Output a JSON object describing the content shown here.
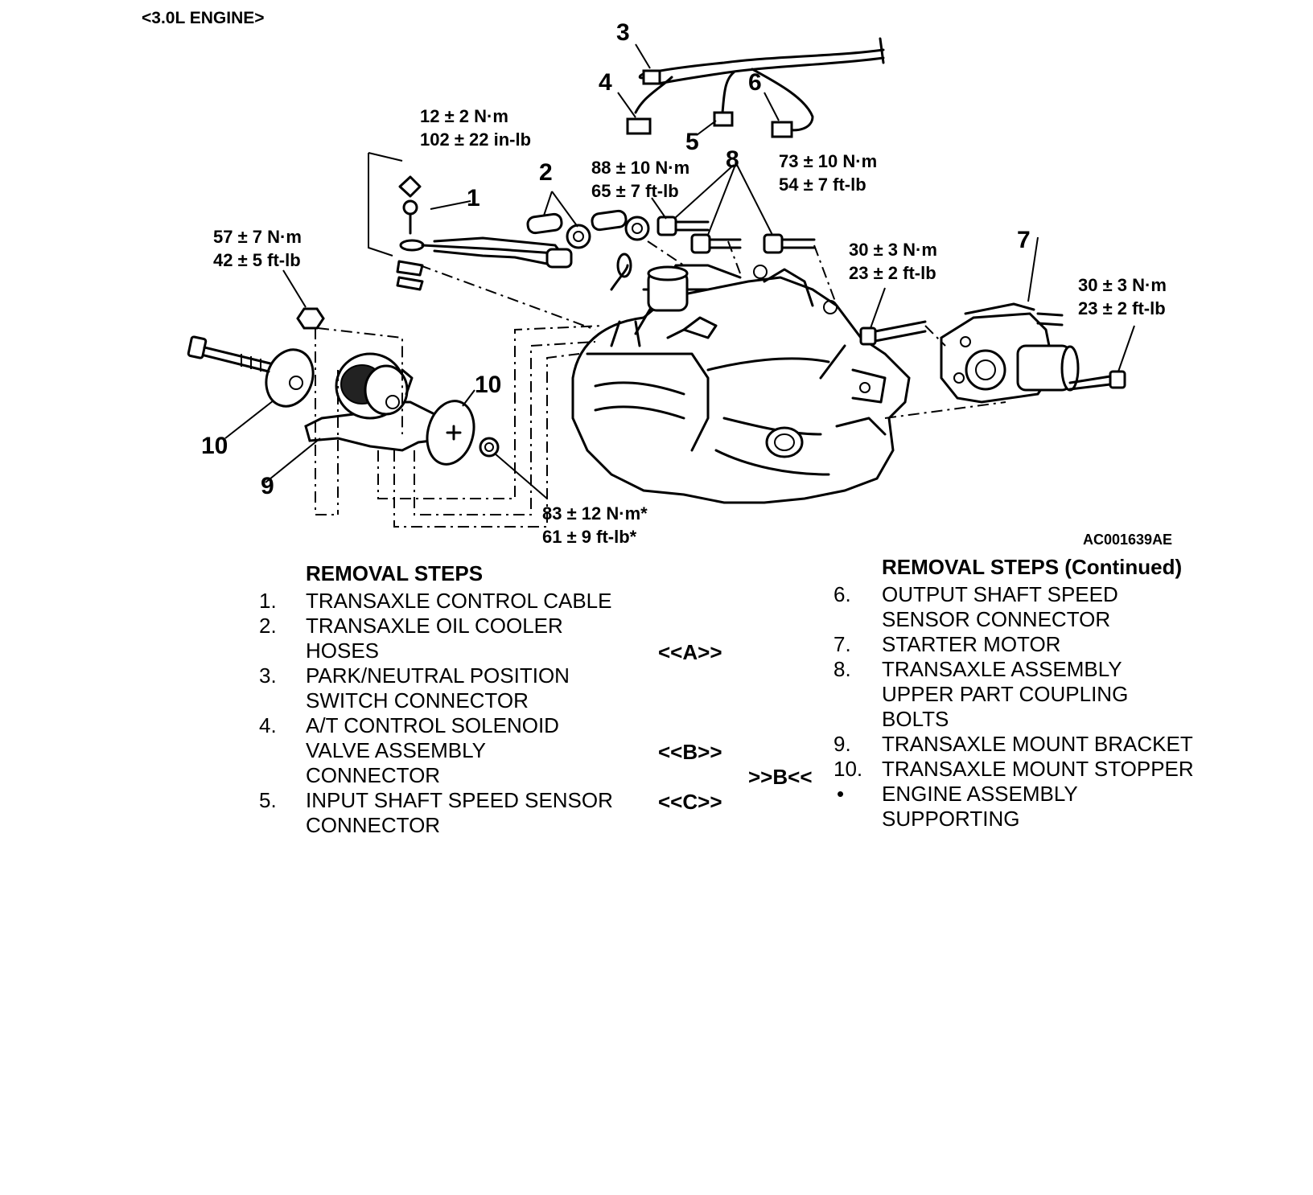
{
  "header": {
    "engine_label": "<3.0L ENGINE>"
  },
  "figure_id": "AC001639AE",
  "callouts": {
    "c1": "1",
    "c2": "2",
    "c3": "3",
    "c4": "4",
    "c5": "5",
    "c6": "6",
    "c7": "7",
    "c8": "8",
    "c9": "9",
    "c10a": "10",
    "c10b": "10"
  },
  "torque": {
    "control_cable_nut": [
      "12 ± 2 N·m",
      "102 ± 22 in-lb"
    ],
    "mount_nut": [
      "57 ± 7 N·m",
      "42 ± 5 ft-lb"
    ],
    "coupling_bolt_a": [
      "88 ± 10 N·m",
      "65 ± 7 ft-lb"
    ],
    "coupling_bolt_b": [
      "73 ± 10 N·m",
      "54 ± 7 ft-lb"
    ],
    "starter_bolt_a": [
      "30 ± 3 N·m",
      "23 ± 2 ft-lb"
    ],
    "starter_bolt_b": [
      "30 ± 3 N·m",
      "23 ± 2 ft-lb"
    ],
    "stopper_nut": [
      "83 ± 12 N·m*",
      "61 ± 9 ft-lb*"
    ]
  },
  "removal_steps": {
    "title": "REMOVAL STEPS",
    "items": [
      {
        "num": "1.",
        "lines": [
          "TRANSAXLE CONTROL CABLE"
        ]
      },
      {
        "num": "2.",
        "lines": [
          "TRANSAXLE OIL COOLER",
          "HOSES"
        ]
      },
      {
        "num": "3.",
        "lines": [
          "PARK/NEUTRAL POSITION",
          "SWITCH CONNECTOR"
        ]
      },
      {
        "num": "4.",
        "lines": [
          "A/T CONTROL SOLENOID",
          "VALVE ASSEMBLY",
          "CONNECTOR"
        ]
      },
      {
        "num": "5.",
        "lines": [
          "INPUT SHAFT SPEED SENSOR",
          "CONNECTOR"
        ]
      }
    ]
  },
  "removal_steps_continued": {
    "title": "REMOVAL STEPS (Continued)",
    "items": [
      {
        "num": "6.",
        "lines": [
          "OUTPUT SHAFT SPEED",
          "SENSOR CONNECTOR"
        ]
      },
      {
        "num": "7.",
        "lines": [
          "STARTER MOTOR"
        ]
      },
      {
        "num": "8.",
        "lines": [
          "TRANSAXLE ASSEMBLY",
          "UPPER PART COUPLING",
          "BOLTS"
        ]
      },
      {
        "num": "9.",
        "lines": [
          "TRANSAXLE MOUNT BRACKET"
        ]
      },
      {
        "num": "10.",
        "lines": [
          "TRANSAXLE MOUNT STOPPER"
        ]
      },
      {
        "num": "•",
        "lines": [
          "ENGINE ASSEMBLY",
          "SUPPORTING"
        ]
      }
    ]
  },
  "procedure_marks": {
    "a": "<<A>>",
    "b": "<<B>>",
    "b_install": ">>B<<",
    "c": "<<C>>"
  }
}
